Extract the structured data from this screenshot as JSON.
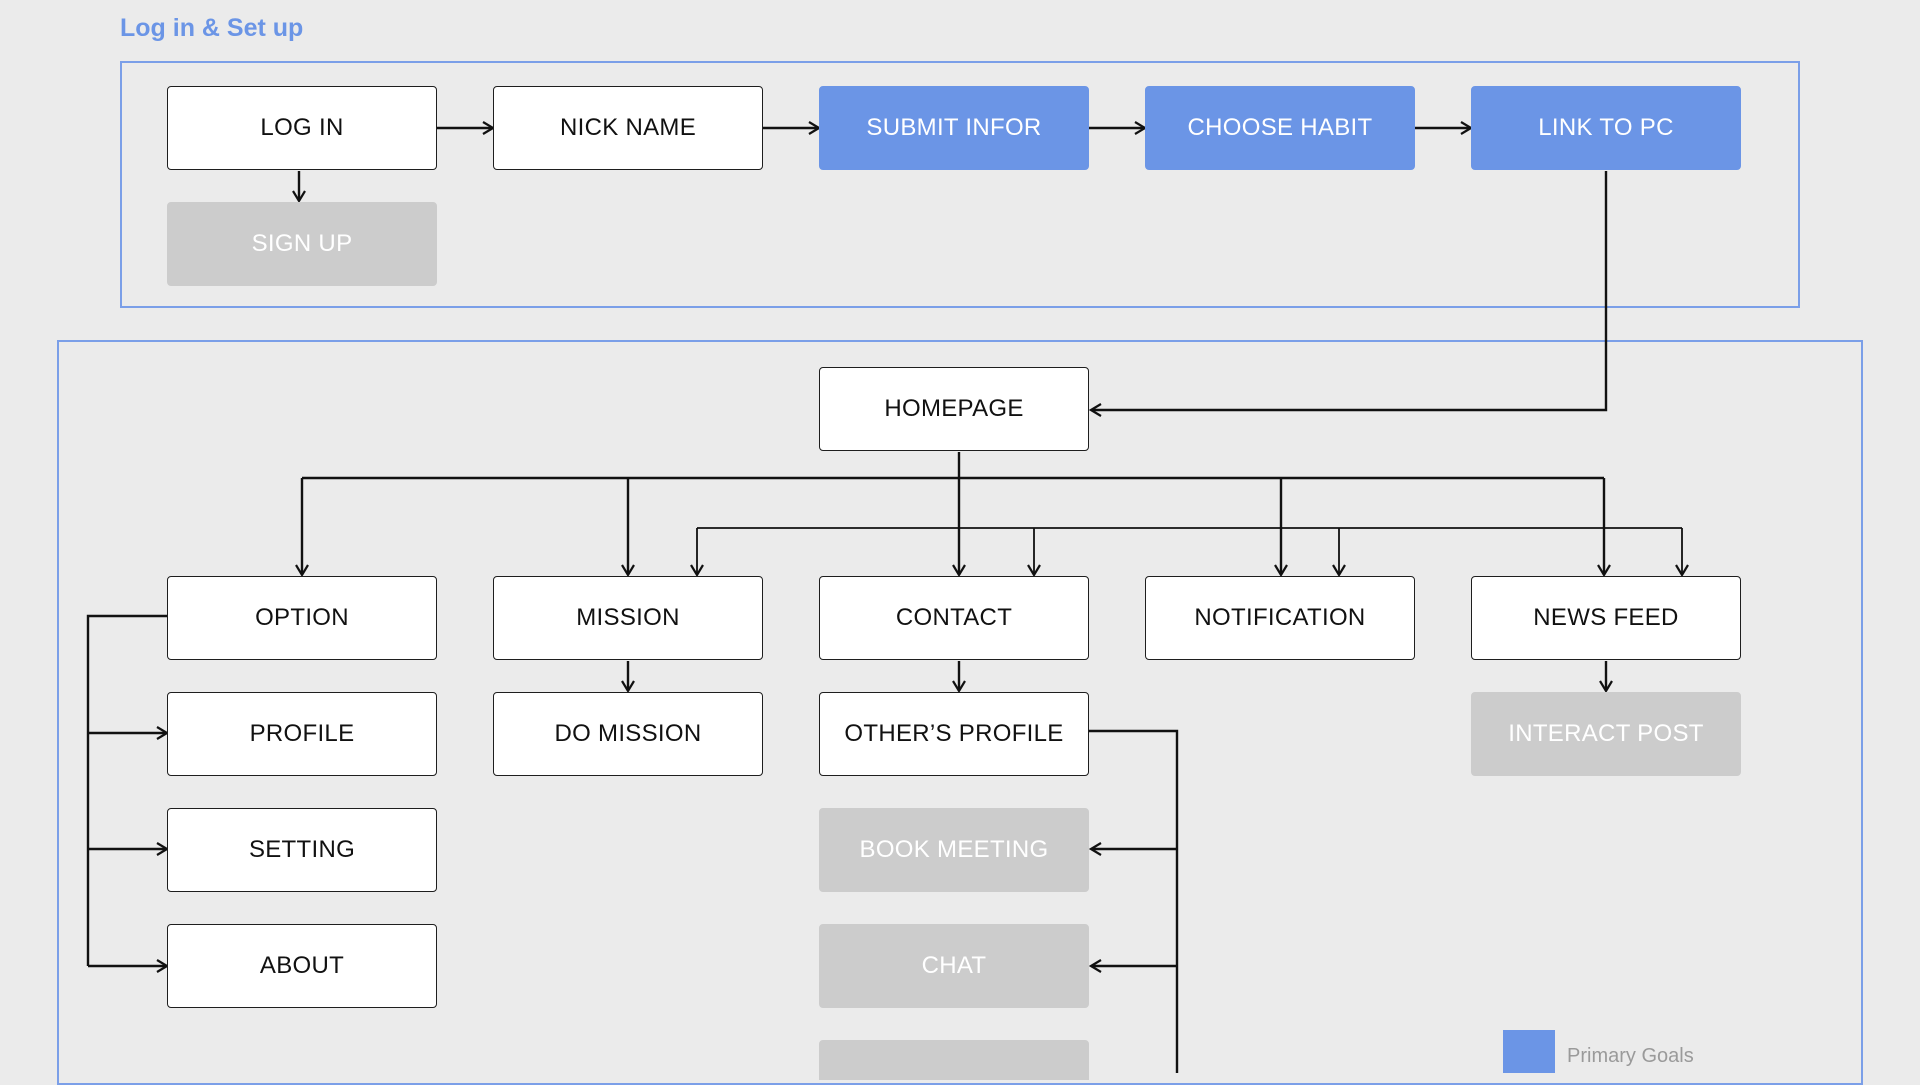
{
  "diagram": {
    "section_title": "Log in & Set up",
    "nodes": {
      "login": {
        "label": "LOG IN",
        "style": "default"
      },
      "nickname": {
        "label": "NICK NAME",
        "style": "default"
      },
      "submit": {
        "label": "SUBMIT INFOR",
        "style": "primary"
      },
      "habit": {
        "label": "CHOOSE HABIT",
        "style": "primary"
      },
      "linkpc": {
        "label": "LINK TO PC",
        "style": "primary"
      },
      "signup": {
        "label": "SIGN UP",
        "style": "secondary"
      },
      "homepage": {
        "label": "HOMEPAGE",
        "style": "default"
      },
      "option": {
        "label": "OPTION",
        "style": "default"
      },
      "mission": {
        "label": "MISSION",
        "style": "default"
      },
      "contact": {
        "label": "CONTACT",
        "style": "default"
      },
      "notification": {
        "label": "NOTIFICATION",
        "style": "default"
      },
      "newsfeed": {
        "label": "NEWS FEED",
        "style": "default"
      },
      "profile": {
        "label": "PROFILE",
        "style": "default"
      },
      "setting": {
        "label": "SETTING",
        "style": "default"
      },
      "about": {
        "label": "ABOUT",
        "style": "default"
      },
      "domission": {
        "label": "DO MISSION",
        "style": "default"
      },
      "othersprofile": {
        "label": "OTHER’S PROFILE",
        "style": "default"
      },
      "interactpost": {
        "label": "INTERACT POST",
        "style": "secondary"
      },
      "bookmeeting": {
        "label": "BOOK MEETING",
        "style": "secondary"
      },
      "chat": {
        "label": "CHAT",
        "style": "secondary"
      },
      "partial": {
        "label": "",
        "style": "secondary"
      }
    },
    "edges": [
      [
        "login",
        "nickname"
      ],
      [
        "nickname",
        "submit"
      ],
      [
        "submit",
        "habit"
      ],
      [
        "habit",
        "linkpc"
      ],
      [
        "login",
        "signup"
      ],
      [
        "linkpc",
        "homepage"
      ],
      [
        "homepage",
        "option"
      ],
      [
        "homepage",
        "mission"
      ],
      [
        "homepage",
        "contact"
      ],
      [
        "homepage",
        "notification"
      ],
      [
        "homepage",
        "newsfeed"
      ],
      [
        "option",
        "profile"
      ],
      [
        "option",
        "setting"
      ],
      [
        "option",
        "about"
      ],
      [
        "mission",
        "domission"
      ],
      [
        "contact",
        "othersprofile"
      ],
      [
        "newsfeed",
        "interactpost"
      ],
      [
        "othersprofile",
        "bookmeeting"
      ],
      [
        "othersprofile",
        "chat"
      ]
    ],
    "legend": {
      "label": "Primary Goals",
      "color": "#6b95e6"
    },
    "colors": {
      "primary": "#6b95e6",
      "secondary": "#cccccc",
      "frame": "#7b9fe8",
      "line": "#111111",
      "background": "#ebebeb"
    }
  }
}
